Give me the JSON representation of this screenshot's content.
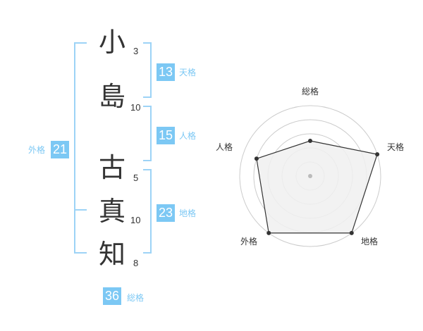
{
  "name": {
    "chars": [
      {
        "char": "小",
        "strokes": "3"
      },
      {
        "char": "島",
        "strokes": "10"
      },
      {
        "char": "古",
        "strokes": "5"
      },
      {
        "char": "真",
        "strokes": "10"
      },
      {
        "char": "知",
        "strokes": "8"
      }
    ]
  },
  "kakusu": {
    "tenkaku": {
      "value": "13",
      "label": "天格"
    },
    "jinkaku": {
      "value": "15",
      "label": "人格"
    },
    "chikaku": {
      "value": "23",
      "label": "地格"
    },
    "gaikaku": {
      "value": "21",
      "label": "外格"
    },
    "soukaku": {
      "value": "36",
      "label": "総格"
    }
  },
  "radar": {
    "axes": [
      "総格",
      "天格",
      "地格",
      "外格",
      "人格"
    ],
    "levels": 5,
    "scores": [
      2.5,
      5,
      5,
      5,
      4
    ],
    "colors": {
      "grid": "#cccccc",
      "fill": "#f0f0f0",
      "line": "#333333",
      "point": "#333333",
      "center": "#bbbbbb"
    }
  },
  "colors": {
    "accent": "#7cc8f4",
    "bracket": "#9dd3f6"
  }
}
